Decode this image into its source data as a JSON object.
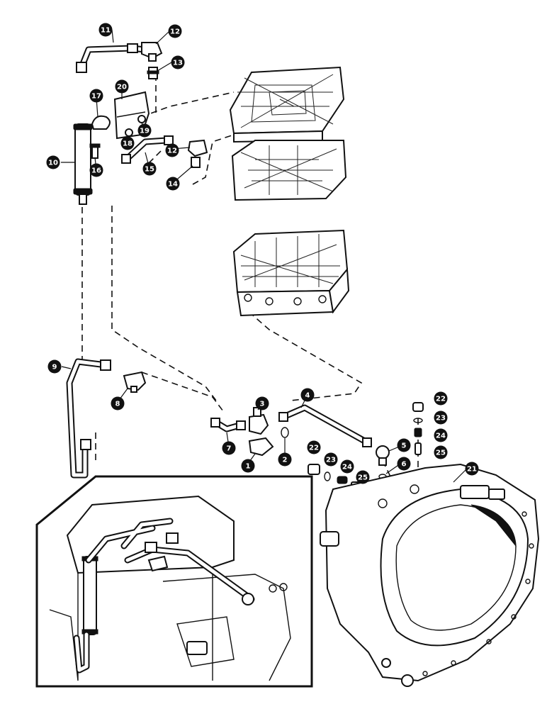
{
  "callouts": [
    {
      "id": "c1",
      "label": "1"
    },
    {
      "id": "c2",
      "label": "2"
    },
    {
      "id": "c3",
      "label": "3"
    },
    {
      "id": "c4",
      "label": "4"
    },
    {
      "id": "c5",
      "label": "5"
    },
    {
      "id": "c6",
      "label": "6"
    },
    {
      "id": "c7",
      "label": "7"
    },
    {
      "id": "c8",
      "label": "8"
    },
    {
      "id": "c9",
      "label": "9"
    },
    {
      "id": "c10",
      "label": "10"
    },
    {
      "id": "c11",
      "label": "11"
    },
    {
      "id": "c12a",
      "label": "12"
    },
    {
      "id": "c12b",
      "label": "12"
    },
    {
      "id": "c13",
      "label": "13"
    },
    {
      "id": "c14",
      "label": "14"
    },
    {
      "id": "c15",
      "label": "15"
    },
    {
      "id": "c16",
      "label": "16"
    },
    {
      "id": "c17",
      "label": "17"
    },
    {
      "id": "c18",
      "label": "18"
    },
    {
      "id": "c19",
      "label": "19"
    },
    {
      "id": "c20",
      "label": "20"
    },
    {
      "id": "c21",
      "label": "21"
    },
    {
      "id": "c22a",
      "label": "22"
    },
    {
      "id": "c22b",
      "label": "22"
    },
    {
      "id": "c23a",
      "label": "23"
    },
    {
      "id": "c23b",
      "label": "23"
    },
    {
      "id": "c24a",
      "label": "24"
    },
    {
      "id": "c24b",
      "label": "24"
    },
    {
      "id": "c25a",
      "label": "25"
    },
    {
      "id": "c25b",
      "label": "25"
    }
  ]
}
